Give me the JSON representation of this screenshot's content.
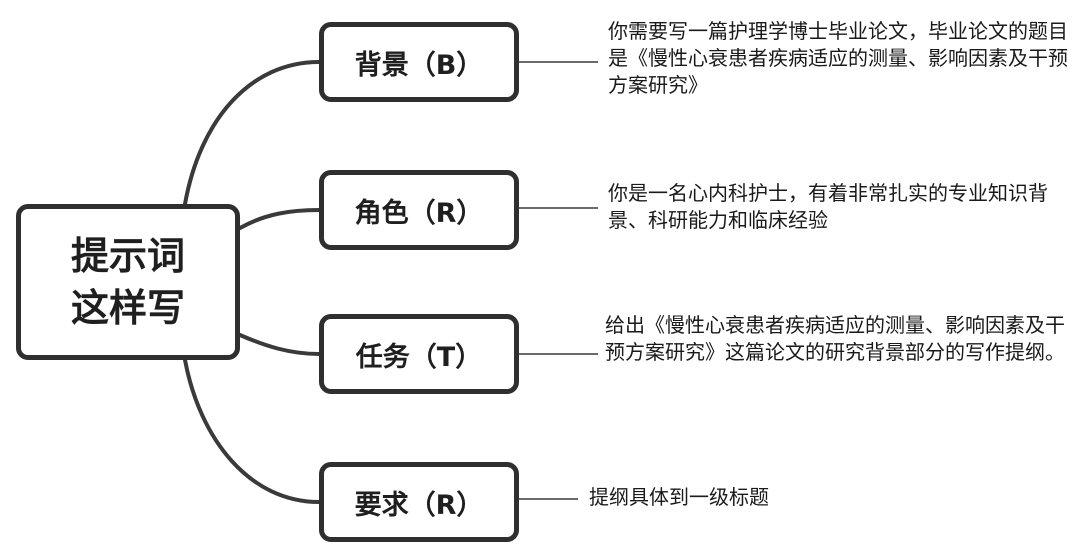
{
  "root": {
    "line1": "提示词",
    "line2": "这样写"
  },
  "branches": [
    {
      "label": "背景（B）",
      "description": "你需要写一篇护理学博士毕业论文，毕业论文的题目是《慢性心衰患者疾病适应的测量、影响因素及干预方案研究》"
    },
    {
      "label": "角色（R）",
      "description": "你是一名心内科护士，有着非常扎实的专业知识背景、科研能力和临床经验"
    },
    {
      "label": "任务（T）",
      "description": "给出《慢性心衰患者疾病适应的测量、影响因素及干预方案研究》这篇论文的研究背景部分的写作提纲。"
    },
    {
      "label": "要求（R）",
      "description": "提纲具体到一级标题"
    }
  ]
}
